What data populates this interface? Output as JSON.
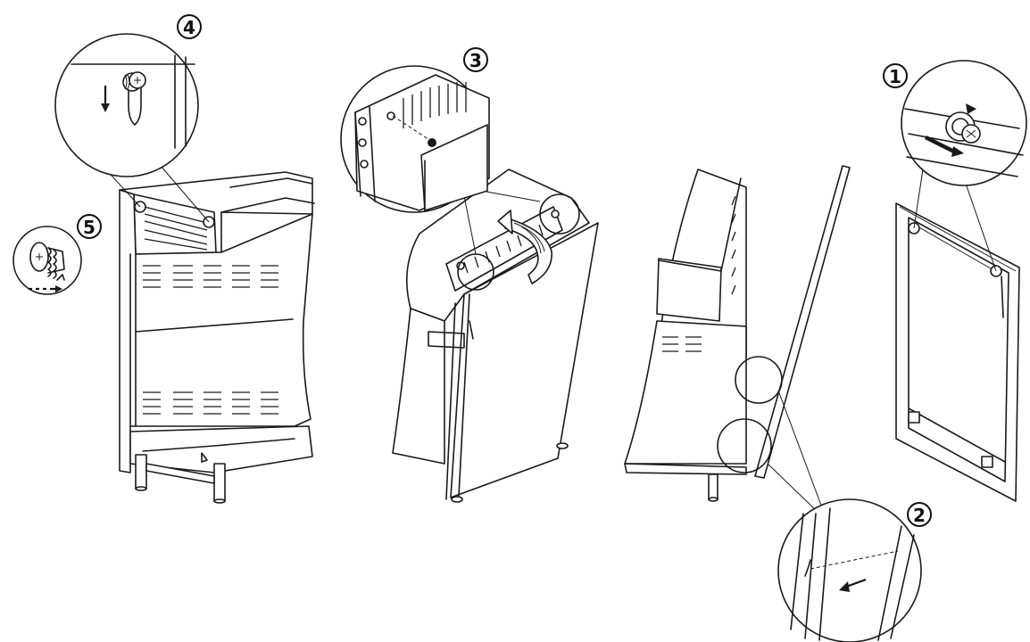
{
  "steps": [
    {
      "number": "1"
    },
    {
      "number": "2"
    },
    {
      "number": "3"
    },
    {
      "number": "4"
    },
    {
      "number": "5"
    }
  ],
  "colors": {
    "line": "#1a1a1a",
    "background": "#ffffff"
  },
  "icons": [
    "screw-icon",
    "down-arrow-icon",
    "rotate-arrow-icon",
    "keyhole-slot-icon",
    "left-arrow-icon"
  ]
}
